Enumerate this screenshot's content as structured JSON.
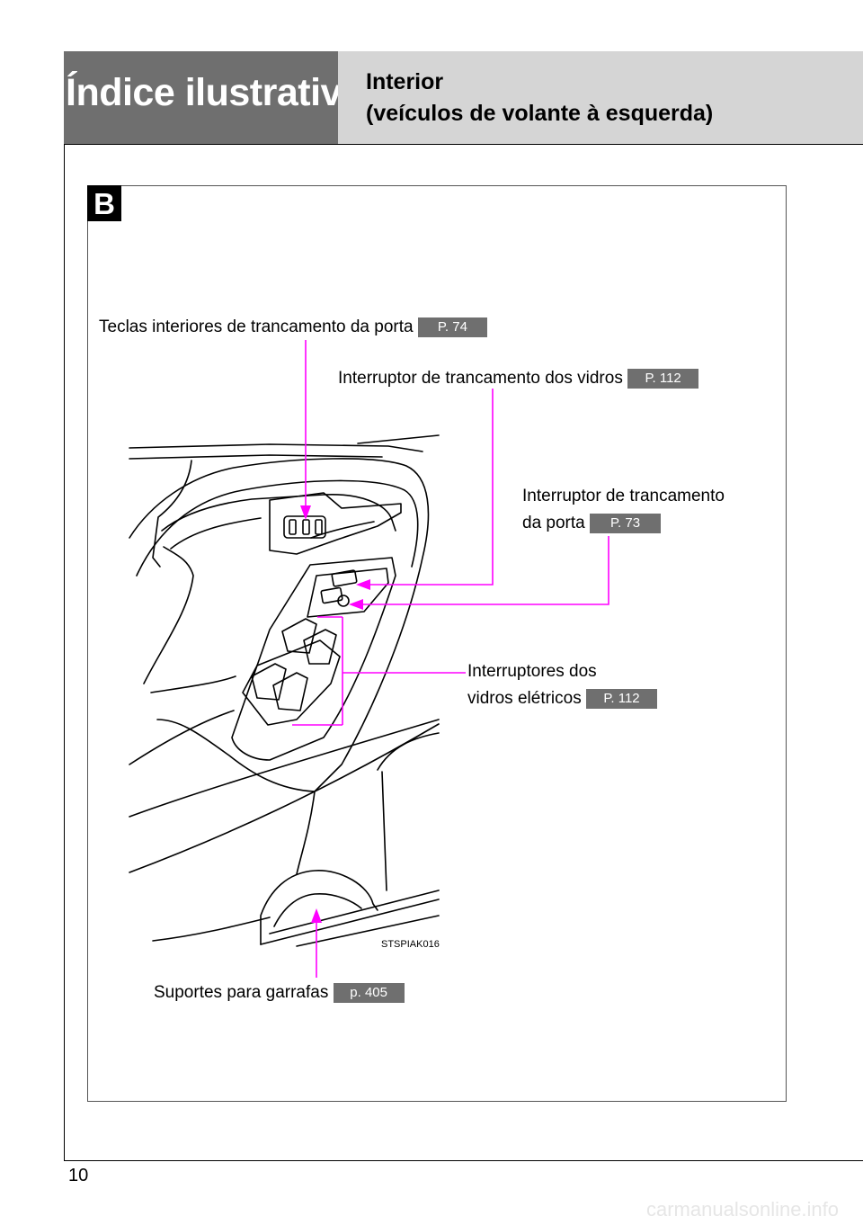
{
  "header": {
    "section_title": "Índice ilustrativo",
    "subtitle_line1": "Interior",
    "subtitle_line2": "(veículos de volante à esquerda)"
  },
  "section": {
    "badge": "B"
  },
  "callouts": {
    "inner_lock_buttons": {
      "label": "Teclas interiores de trancamento da porta",
      "ref": "P. 74"
    },
    "window_lock_switch": {
      "label": "Interruptor de trancamento dos vidros",
      "ref": "P. 112"
    },
    "door_lock_switch": {
      "line1": "Interruptor de trancamento",
      "line2": "da porta",
      "ref": "P. 73"
    },
    "power_window_switches": {
      "line1": "Interruptores dos",
      "line2": "vidros elétricos",
      "ref": "P. 112"
    },
    "bottle_holders": {
      "label": "Suportes para garrafas",
      "ref": "p. 405"
    }
  },
  "illustration": {
    "code": "STSPIAK016",
    "leader_color": "#ff00ff"
  },
  "footer": {
    "page_number": "10",
    "watermark": "carmanualsonline.info"
  }
}
